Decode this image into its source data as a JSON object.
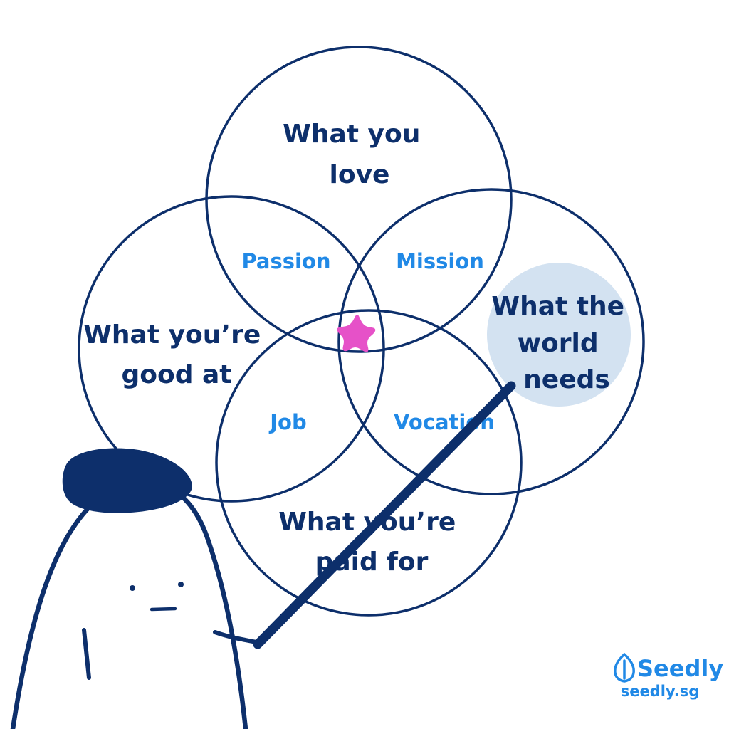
{
  "colors": {
    "navy": "#0d2f6b",
    "overlap_text": "#2189e6",
    "highlight": "#d3e2f1",
    "star": "#e651c8",
    "background": "#ffffff"
  },
  "diagram": {
    "circles": [
      {
        "id": "love",
        "lines": [
          "What you",
          "love"
        ]
      },
      {
        "id": "good",
        "lines": [
          "What you’re",
          "good at"
        ]
      },
      {
        "id": "world",
        "lines": [
          "What the",
          "world",
          "needs"
        ]
      },
      {
        "id": "paid",
        "lines": [
          "What you’re",
          "paid for"
        ]
      }
    ],
    "overlaps": {
      "passion": "Passion",
      "mission": "Mission",
      "job": "Job",
      "vocation": "Vocation"
    },
    "center_icon": "star-icon",
    "figure_icon": "pointing-character-illustration"
  },
  "brand": {
    "icon": "seed-logo-icon",
    "name": "Seedly",
    "url": "seedly.sg"
  }
}
